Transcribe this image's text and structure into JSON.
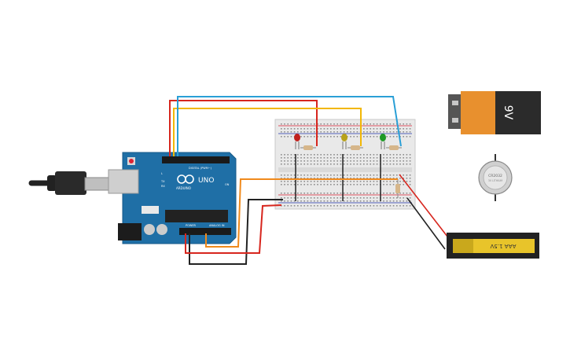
{
  "arduino": {
    "brand": "ARDUINO",
    "model": "UNO",
    "digital_label": "DIGITAL (PWM~)",
    "power_label": "POWER",
    "analog_label": "ANALOG IN",
    "pin_labels": {
      "tx": "TX",
      "rx": "RX",
      "l": "L",
      "on": "ON"
    }
  },
  "battery_9v": {
    "label": "9V"
  },
  "coin_cell": {
    "label": "CR2032",
    "sublabel": "3V LITHIUM"
  },
  "aaa_battery": {
    "label": "AAA 1.5V"
  },
  "leds": [
    {
      "color": "red",
      "fill": "#c0201c"
    },
    {
      "color": "yellow",
      "fill": "#b8a21a"
    },
    {
      "color": "green",
      "fill": "#1e9a26"
    }
  ],
  "wire_colors": {
    "red": "#d7261e",
    "yellow": "#f2b705",
    "blue": "#2a9fd6",
    "orange": "#f08a1c",
    "black": "#222222"
  },
  "colors": {
    "board": "#1f6fa6",
    "breadboard": "#e9e9e9",
    "battery_orange": "#e8902e",
    "battery_black": "#2b2b2b",
    "aaa_yellow": "#e8c42a"
  }
}
